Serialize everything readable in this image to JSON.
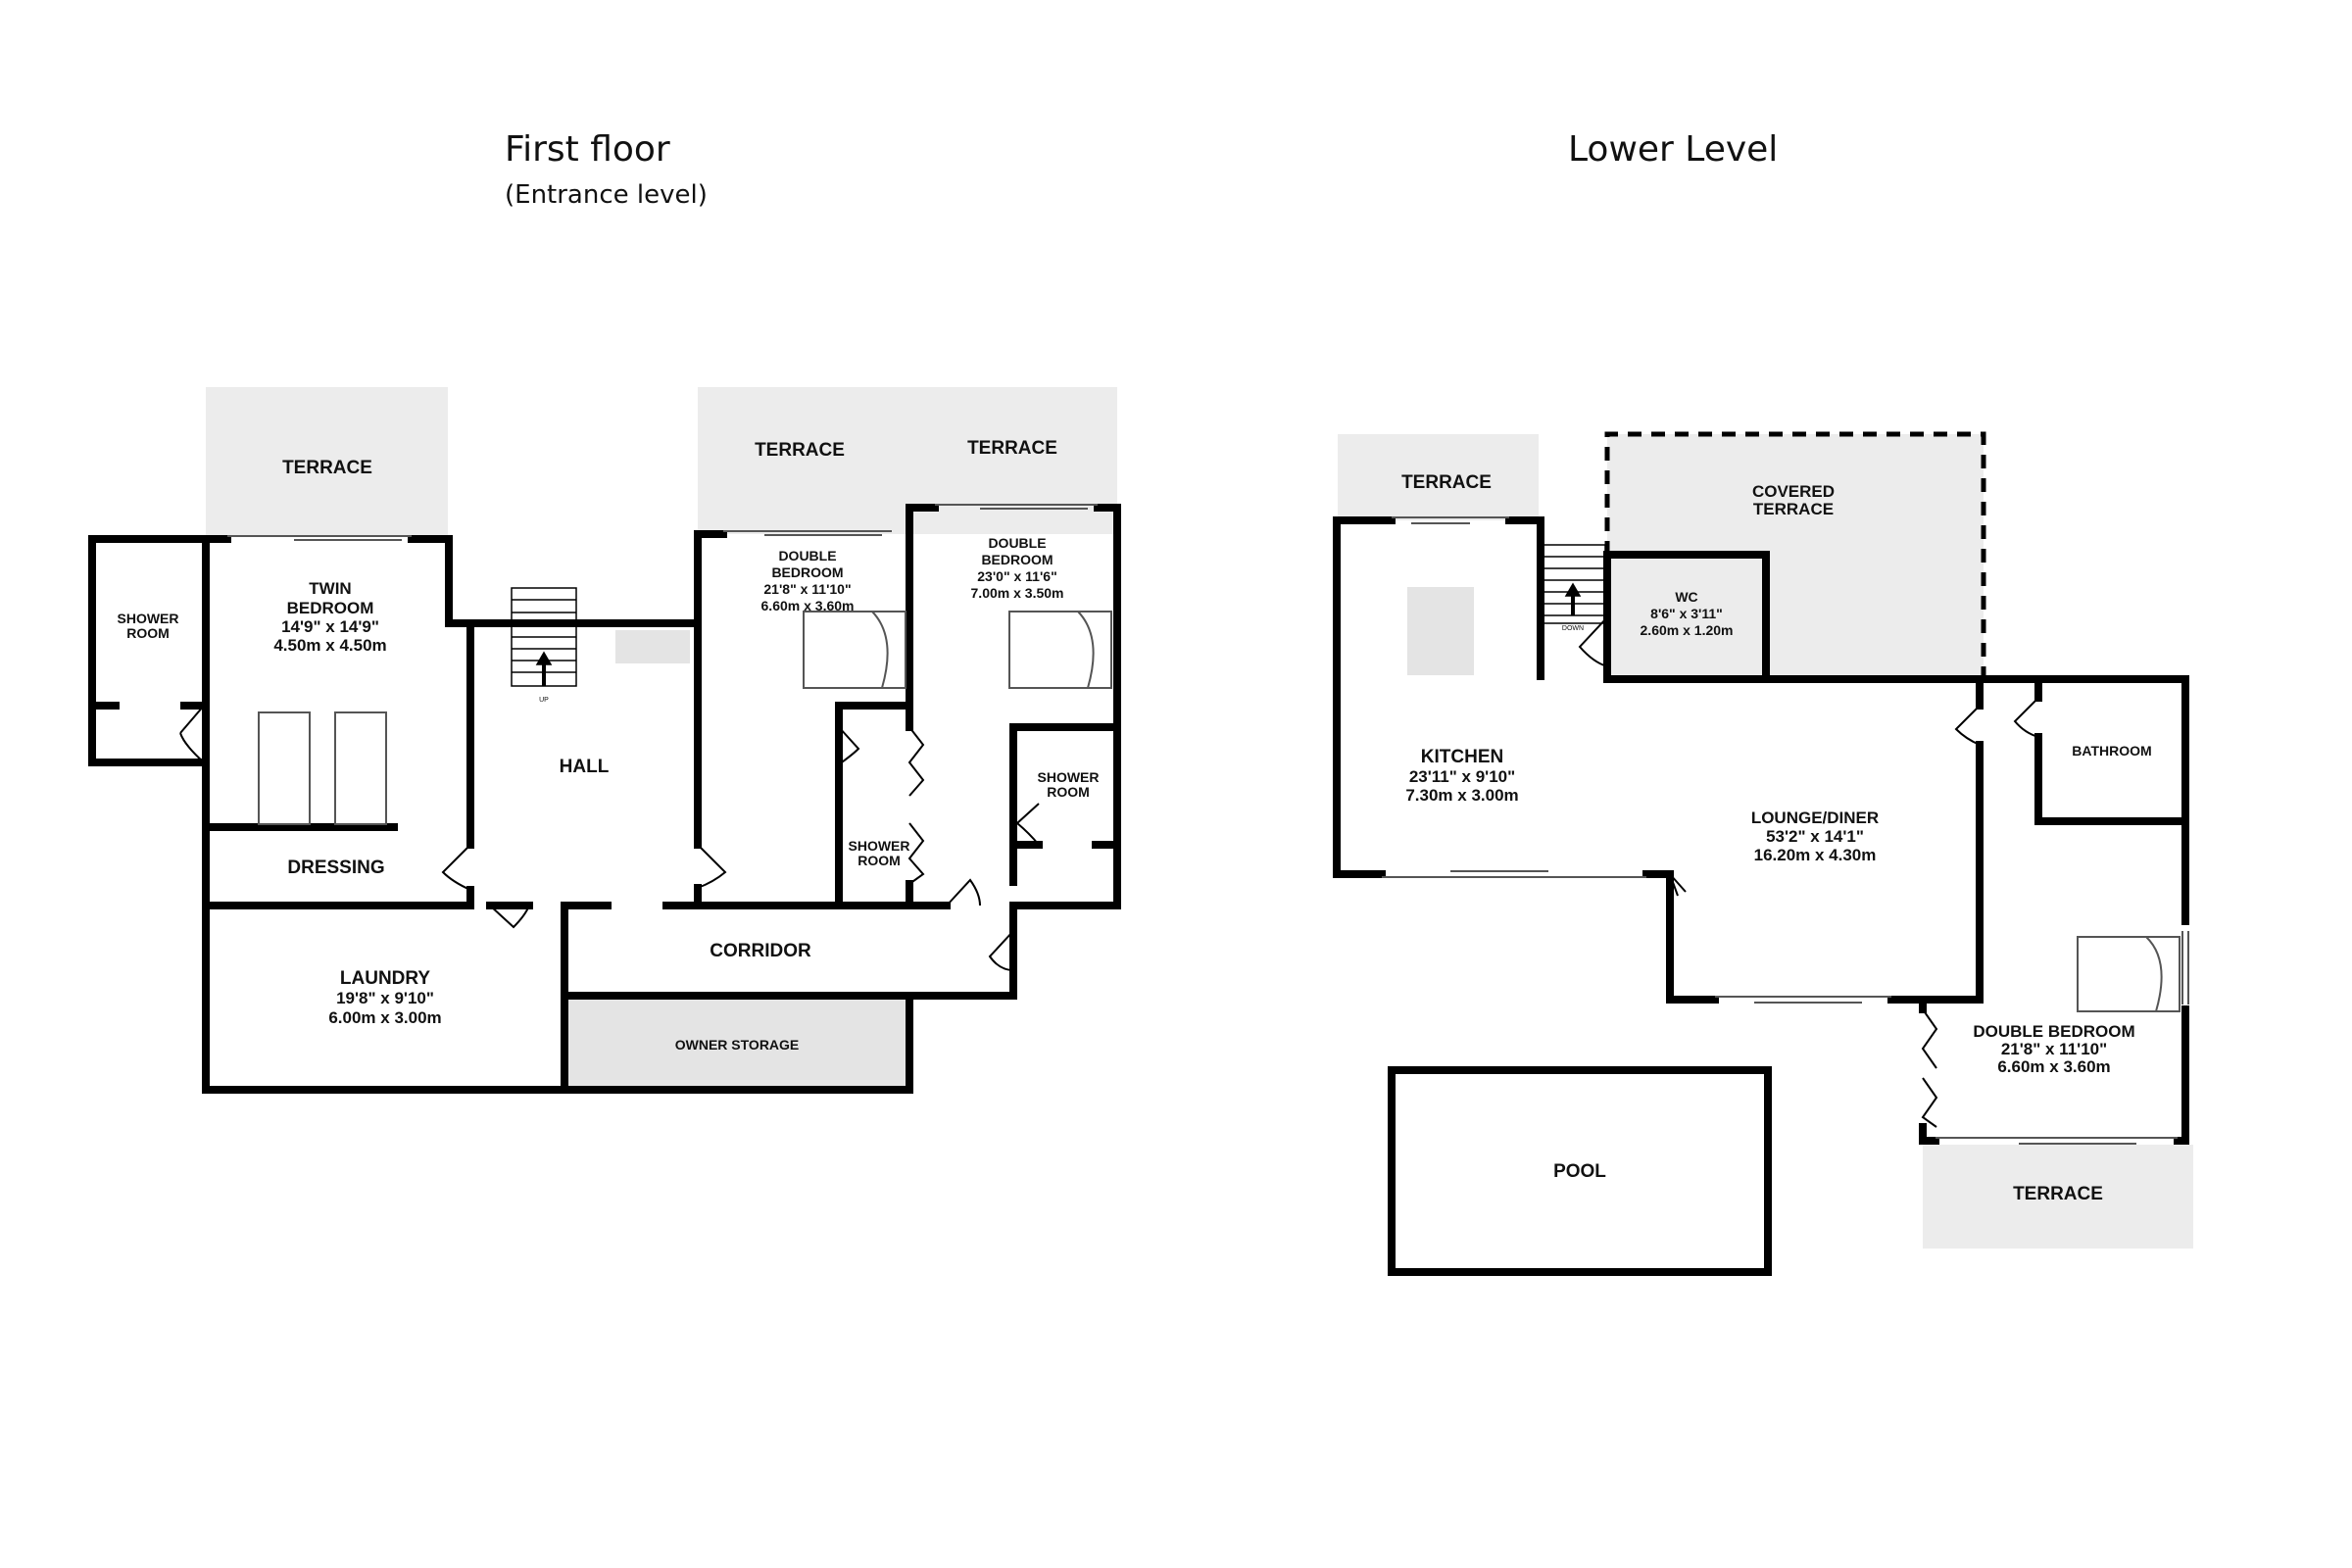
{
  "first_floor": {
    "title": "First floor",
    "subtitle": "(Entrance level)",
    "rooms": {
      "terrace_left": "TERRACE",
      "terrace_mid": "TERRACE",
      "terrace_right": "TERRACE",
      "shower_room_left": [
        "SHOWER",
        "ROOM"
      ],
      "twin_bedroom": {
        "name": [
          "TWIN",
          "BEDROOM"
        ],
        "imperial": "14'9\"  x 14'9\"",
        "metric": "4.50m  x 4.50m"
      },
      "hall": "HALL",
      "stairs_label": "UP",
      "double_bedroom_1": {
        "name": [
          "DOUBLE",
          "BEDROOM"
        ],
        "imperial": "21'8\"  x 11'10\"",
        "metric": "6.60m  x 3.60m"
      },
      "double_bedroom_2": {
        "name": [
          "DOUBLE",
          "BEDROOM"
        ],
        "imperial": "23'0\"  x 11'6\"",
        "metric": "7.00m  x 3.50m"
      },
      "shower_room_mid": [
        "SHOWER",
        "ROOM"
      ],
      "shower_room_right": [
        "SHOWER",
        "ROOM"
      ],
      "dressing": "DRESSING",
      "laundry": {
        "name": "LAUNDRY",
        "imperial": "19'8\"  x 9'10\"",
        "metric": "6.00m  x 3.00m"
      },
      "corridor": "CORRIDOR",
      "owner_storage": "OWNER STORAGE"
    }
  },
  "lower_level": {
    "title": "Lower Level",
    "rooms": {
      "terrace_top": "TERRACE",
      "covered_terrace": [
        "COVERED",
        "TERRACE"
      ],
      "stairs_label": "DOWN",
      "wc": {
        "name": "WC",
        "imperial": "8'6\"  x 3'11\"",
        "metric": "2.60m  x 1.20m"
      },
      "kitchen": {
        "name": "KITCHEN",
        "imperial": "23'11\"  x 9'10\"",
        "metric": "7.30m  x 3.00m"
      },
      "lounge_diner": {
        "name": "LOUNGE/DINER",
        "imperial": "53'2\"  x 14'1\"",
        "metric": "16.20m  x 4.30m"
      },
      "bathroom": "BATHROOM",
      "double_bedroom": {
        "name": "DOUBLE BEDROOM",
        "imperial": "21'8\"  x 11'10\"",
        "metric": "6.60m  x 3.60m"
      },
      "terrace_bottom": "TERRACE",
      "pool": "POOL"
    }
  },
  "colors": {
    "wall": "#000000",
    "terrace_fill": "#ececec",
    "storage_fill": "#e4e4e4",
    "furniture_stroke": "#555555"
  }
}
